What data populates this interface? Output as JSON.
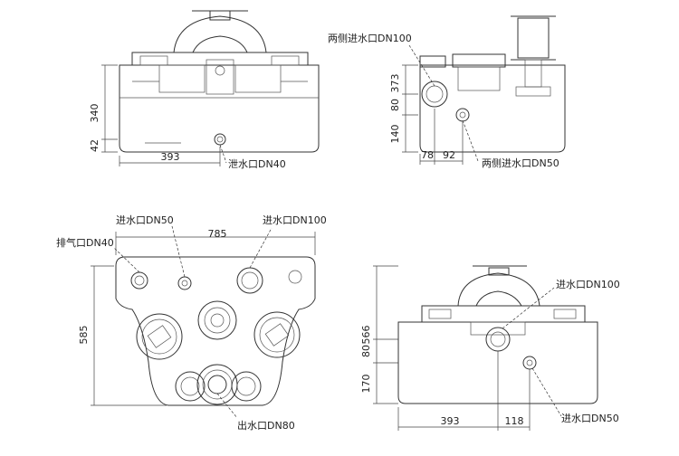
{
  "top_left": {
    "dims": {
      "height_total": "340",
      "height_outlet": "42",
      "width_drain": "393"
    },
    "labels": {
      "drain": "泄水口DN40"
    }
  },
  "top_right": {
    "dims": {
      "h373": "373",
      "h80": "80",
      "h140": "140",
      "w78": "78",
      "w92": "92"
    },
    "labels": {
      "inlet_sides_100": "两侧进水口DN100",
      "inlet_sides_50": "两侧进水口DN50"
    }
  },
  "bottom_left": {
    "dims": {
      "width": "785",
      "depth": "585"
    },
    "labels": {
      "inlet50": "进水口DN50",
      "inlet100": "进水口DN100",
      "vent": "排气口DN40",
      "outlet": "出水口DN80"
    }
  },
  "bottom_right": {
    "dims": {
      "h566": "566",
      "h80": "80",
      "h170": "170",
      "w393": "393",
      "w118": "118"
    },
    "labels": {
      "inlet100": "进水口DN100",
      "inlet50": "进水口DN50"
    }
  }
}
